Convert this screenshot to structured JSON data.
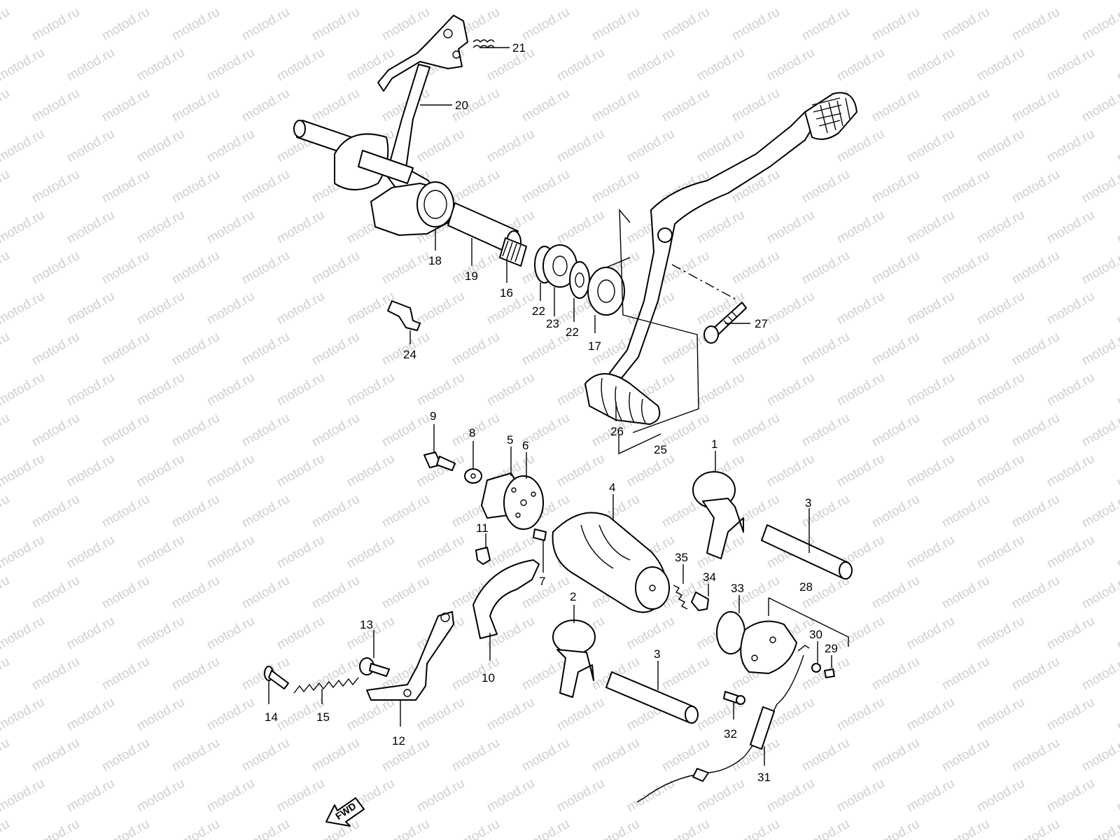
{
  "watermark": "motod.ru",
  "fwd_label": "FWD",
  "callouts": {
    "c1": "1",
    "c2": "2",
    "c3a": "3",
    "c3b": "3",
    "c4": "4",
    "c5": "5",
    "c6": "6",
    "c7": "7",
    "c8": "8",
    "c9": "9",
    "c10": "10",
    "c11": "11",
    "c12": "12",
    "c13": "13",
    "c14": "14",
    "c15": "15",
    "c16": "16",
    "c17": "17",
    "c18": "18",
    "c19": "19",
    "c20": "20",
    "c21": "21",
    "c22a": "22",
    "c22b": "22",
    "c23": "23",
    "c24": "24",
    "c25": "25",
    "c26": "26",
    "c27": "27",
    "c28": "28",
    "c29": "29",
    "c30": "30",
    "c31": "31",
    "c32": "32",
    "c33": "33",
    "c34": "34",
    "c35": "35"
  },
  "colors": {
    "line": "#000000",
    "background": "#ffffff",
    "watermark": "#cfcfcf"
  }
}
